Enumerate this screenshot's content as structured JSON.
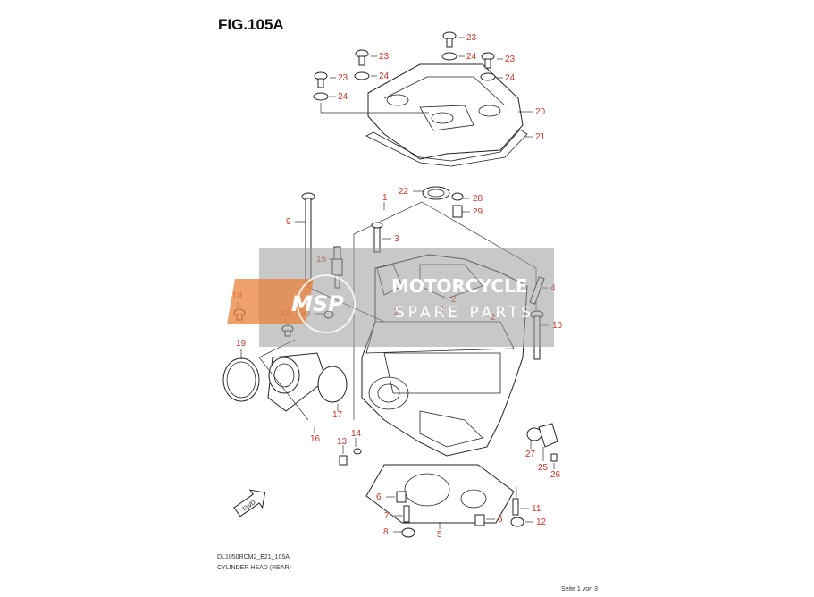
{
  "figure": {
    "title": "FIG.105A",
    "code": "DL1050RCM2_E21_105A",
    "name": "CYLINDER HEAD (REAR)",
    "page": "Seite 1 von 3"
  },
  "watermark": {
    "logo": "MSP",
    "line1": "MOTORCYCLE",
    "line2": "SPARE PARTS",
    "color": "#9a9a9a",
    "logo_color": "#e8823a"
  },
  "fwd_label": "FWD",
  "callouts": [
    {
      "id": "c23a",
      "label": "23"
    },
    {
      "id": "c24a",
      "label": "24"
    },
    {
      "id": "c23b",
      "label": "23"
    },
    {
      "id": "c24b",
      "label": "24"
    },
    {
      "id": "c23c",
      "label": "23"
    },
    {
      "id": "c24c",
      "label": "24"
    },
    {
      "id": "c23d",
      "label": "23"
    },
    {
      "id": "c24d",
      "label": "24"
    },
    {
      "id": "c20",
      "label": "20"
    },
    {
      "id": "c21",
      "label": "21"
    },
    {
      "id": "c22",
      "label": "22"
    },
    {
      "id": "c28",
      "label": "28"
    },
    {
      "id": "c29",
      "label": "29"
    },
    {
      "id": "c1",
      "label": "1"
    },
    {
      "id": "c9",
      "label": "9"
    },
    {
      "id": "c3",
      "label": "3"
    },
    {
      "id": "c15",
      "label": "15"
    },
    {
      "id": "c4",
      "label": "4"
    },
    {
      "id": "c2a",
      "label": "2"
    },
    {
      "id": "c2b",
      "label": "2"
    },
    {
      "id": "c2c",
      "label": "2"
    },
    {
      "id": "c2d",
      "label": "2"
    },
    {
      "id": "c18a",
      "label": "18"
    },
    {
      "id": "c18b",
      "label": "18"
    },
    {
      "id": "c30",
      "label": "30"
    },
    {
      "id": "c10",
      "label": "10"
    },
    {
      "id": "c19",
      "label": "19"
    },
    {
      "id": "c17",
      "label": "17"
    },
    {
      "id": "c16",
      "label": "16"
    },
    {
      "id": "c13",
      "label": "13"
    },
    {
      "id": "c14",
      "label": "14"
    },
    {
      "id": "c27",
      "label": "27"
    },
    {
      "id": "c25",
      "label": "25"
    },
    {
      "id": "c26",
      "label": "26"
    },
    {
      "id": "c6a",
      "label": "6"
    },
    {
      "id": "c6b",
      "label": "6"
    },
    {
      "id": "c7",
      "label": "7"
    },
    {
      "id": "c8",
      "label": "8"
    },
    {
      "id": "c5",
      "label": "5"
    },
    {
      "id": "c11",
      "label": "11"
    },
    {
      "id": "c12",
      "label": "12"
    }
  ]
}
